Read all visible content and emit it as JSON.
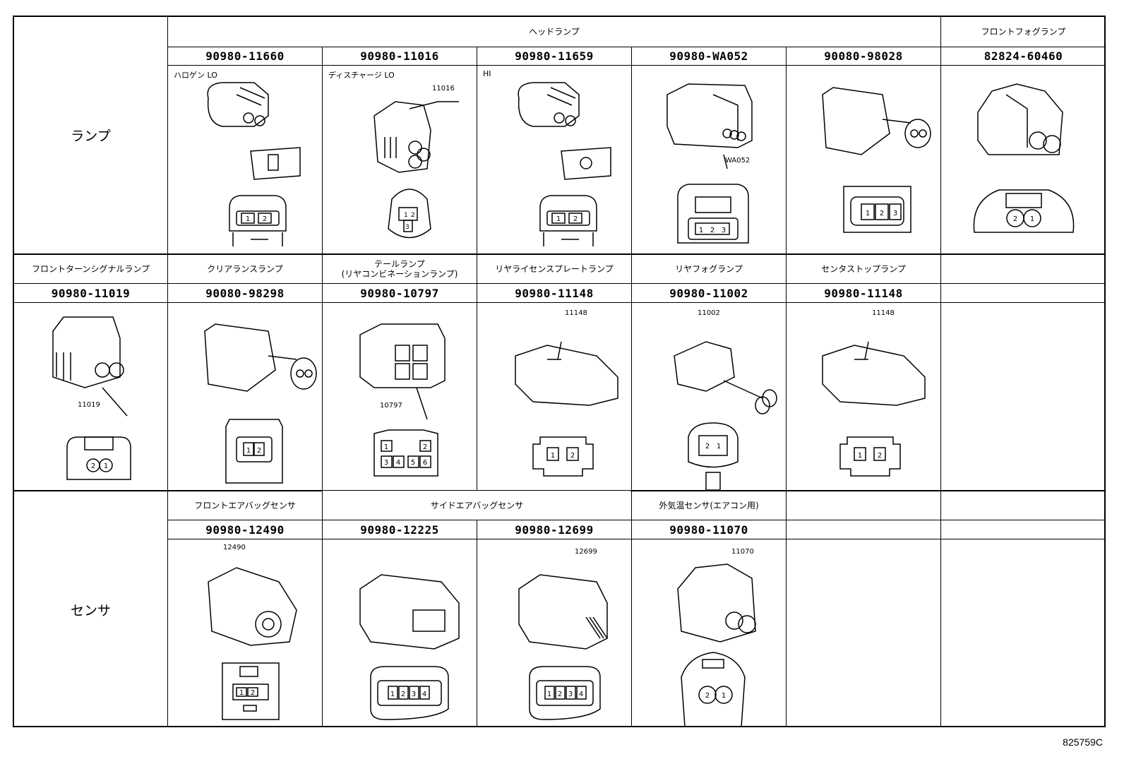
{
  "groups": {
    "lamp": "ランプ",
    "sensor": "センサ"
  },
  "row1": {
    "headlamp_category": "ヘッドランプ",
    "fog_category": "フロントフォグランプ",
    "parts": [
      "90980-11660",
      "90980-11016",
      "90980-11659",
      "90980-WA052",
      "90080-98028",
      "82824-60460"
    ],
    "sublabels": [
      "ハロゲン LO",
      "ディスチャージ LO",
      "HI"
    ],
    "callouts": {
      "c2": "11016",
      "c4": "WA052"
    }
  },
  "row2": {
    "categories": [
      "フロントターンシグナルランプ",
      "クリアランスランプ",
      "テールランプ\n(リヤコンビネーションランプ)",
      "リヤライセンスプレートランプ",
      "リヤフォグランプ",
      "センタストップランプ"
    ],
    "parts": [
      "90980-11019",
      "90080-98298",
      "90980-10797",
      "90980-11148",
      "90980-11002",
      "90980-11148"
    ],
    "callouts": {
      "c1": "11019",
      "c3": "10797",
      "c4": "11148",
      "c5": "11002",
      "c6": "11148"
    }
  },
  "row3": {
    "categories": [
      "フロントエアバッグセンサ",
      "サイドエアバッグセンサ",
      "外気温センサ(エアコン用)"
    ],
    "parts": [
      "90980-12490",
      "90980-12225",
      "90980-12699",
      "90980-11070"
    ],
    "callouts": {
      "c2": "12490",
      "c4": "12699",
      "c5": "11070"
    }
  },
  "footer": {
    "code": "825759C"
  }
}
